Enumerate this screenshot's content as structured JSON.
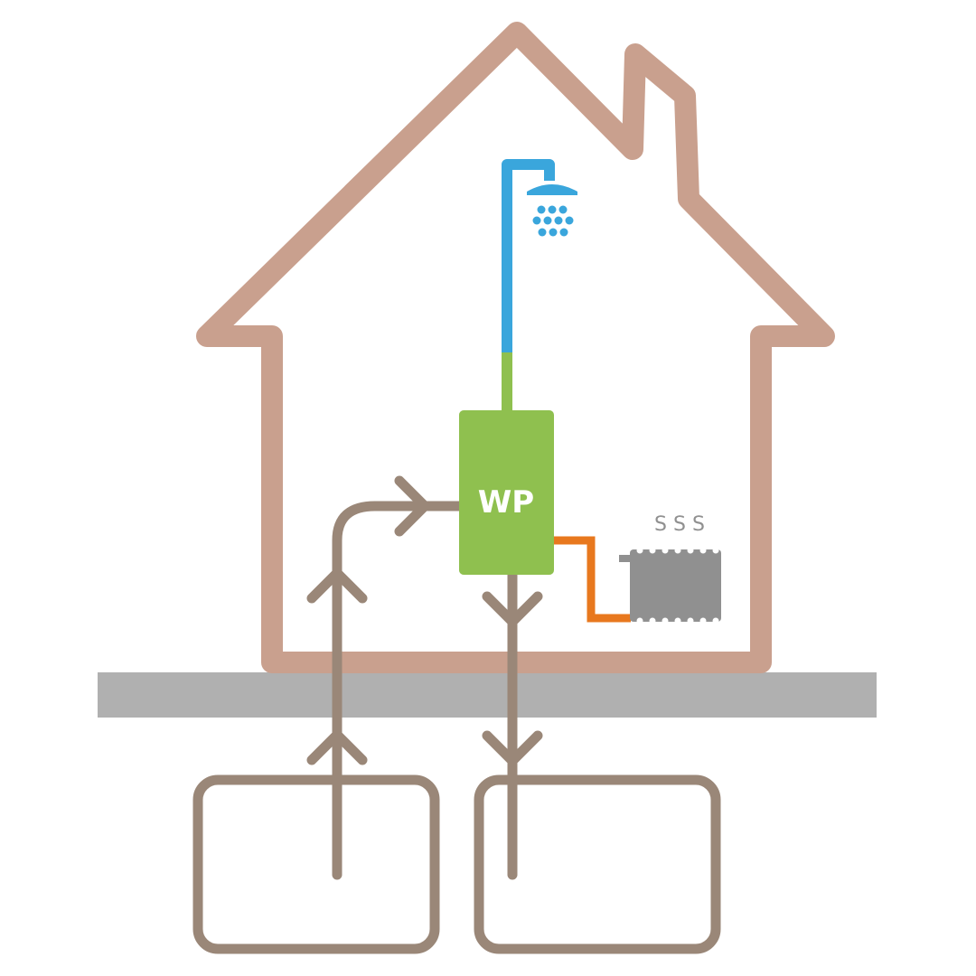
{
  "heat_pump": {
    "label": "WP"
  },
  "radiator": {
    "steam": "S S S"
  },
  "colors": {
    "house": "#c9a08e",
    "ground": "#b0b0b0",
    "loop": "#9a8778",
    "heat_pump": "#8fc04f",
    "shower": "#3aa6dc",
    "heating_pipe": "#e8781e",
    "radiator": "#909090"
  },
  "icons": [
    "house-outline",
    "shower-icon",
    "heat-pump-unit",
    "radiator-icon",
    "flow-arrow-icon"
  ]
}
